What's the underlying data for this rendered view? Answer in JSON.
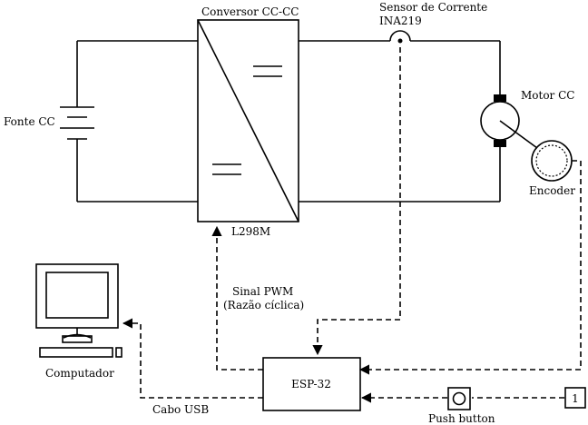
{
  "labels": {
    "converter": "Conversor CC-CC",
    "driver": "L298M",
    "current_sensor_line1": "Sensor de Corrente",
    "current_sensor_line2": "INA219",
    "dc_source": "Fonte CC",
    "motor": "Motor CC",
    "encoder": "Encoder",
    "pwm_line1": "Sinal PWM",
    "pwm_line2": "(Razão cíclica)",
    "mcu": "ESP-32",
    "computer": "Computador",
    "usb": "Cabo USB",
    "push_button": "Push button",
    "input_value": "1"
  },
  "icons": {
    "battery": "battery-icon",
    "motor": "motor-icon",
    "encoder": "encoder-icon",
    "computer": "computer-icon",
    "push_button": "push-button-icon"
  }
}
